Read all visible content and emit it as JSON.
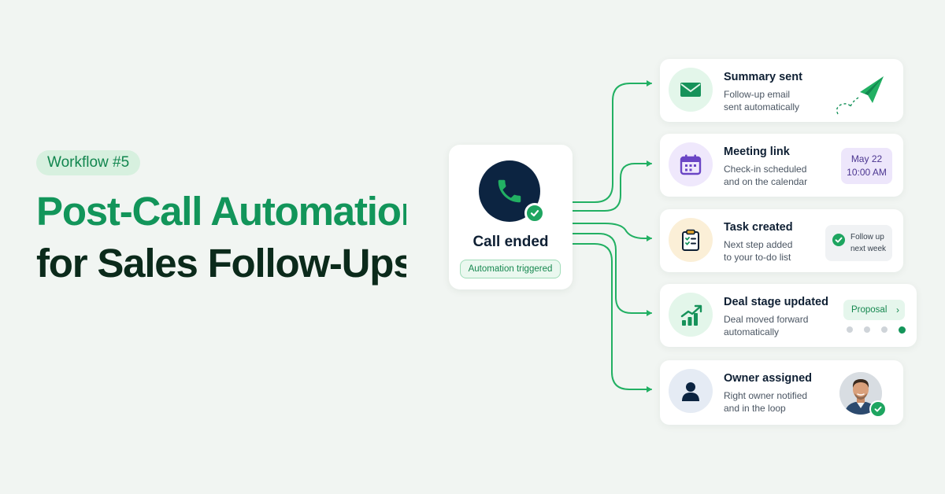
{
  "hero": {
    "badge": "Workflow #5",
    "headline_line1": "Post-Call Automation",
    "headline_line2": "for Sales Follow-Ups"
  },
  "source": {
    "title": "Call ended",
    "pill": "Automation triggered",
    "icon": "phone-icon"
  },
  "steps": [
    {
      "title": "Summary sent",
      "desc_line1": "Follow-up email",
      "desc_line2": "sent automatically",
      "icon": "email-icon",
      "extra_icon": "paper-plane-icon"
    },
    {
      "title": "Meeting link",
      "desc_line1": "Check-in scheduled",
      "desc_line2": "and on the calendar",
      "icon": "calendar-icon",
      "date": "May 22",
      "time": "10:00 AM"
    },
    {
      "title": "Task created",
      "desc_line1": "Next step added",
      "desc_line2": "to your to-do list",
      "icon": "clipboard-icon",
      "chip_line1": "Follow up",
      "chip_line2": "next week"
    },
    {
      "title": "Deal stage updated",
      "desc_line1": "Deal moved forward",
      "desc_line2": "automatically",
      "icon": "growth-chart-icon",
      "stage": "Proposal",
      "stage_step": 4,
      "stage_total": 4
    },
    {
      "title": "Owner assigned",
      "desc_line1": "Right owner notified",
      "desc_line2": "and in the loop",
      "icon": "user-icon",
      "avatar": "owner-avatar"
    }
  ],
  "colors": {
    "background": "#f1f5f2",
    "brand_green": "#12955a",
    "dark_green": "#0b2a1b",
    "navy": "#0c2441",
    "connector": "#22b063"
  }
}
